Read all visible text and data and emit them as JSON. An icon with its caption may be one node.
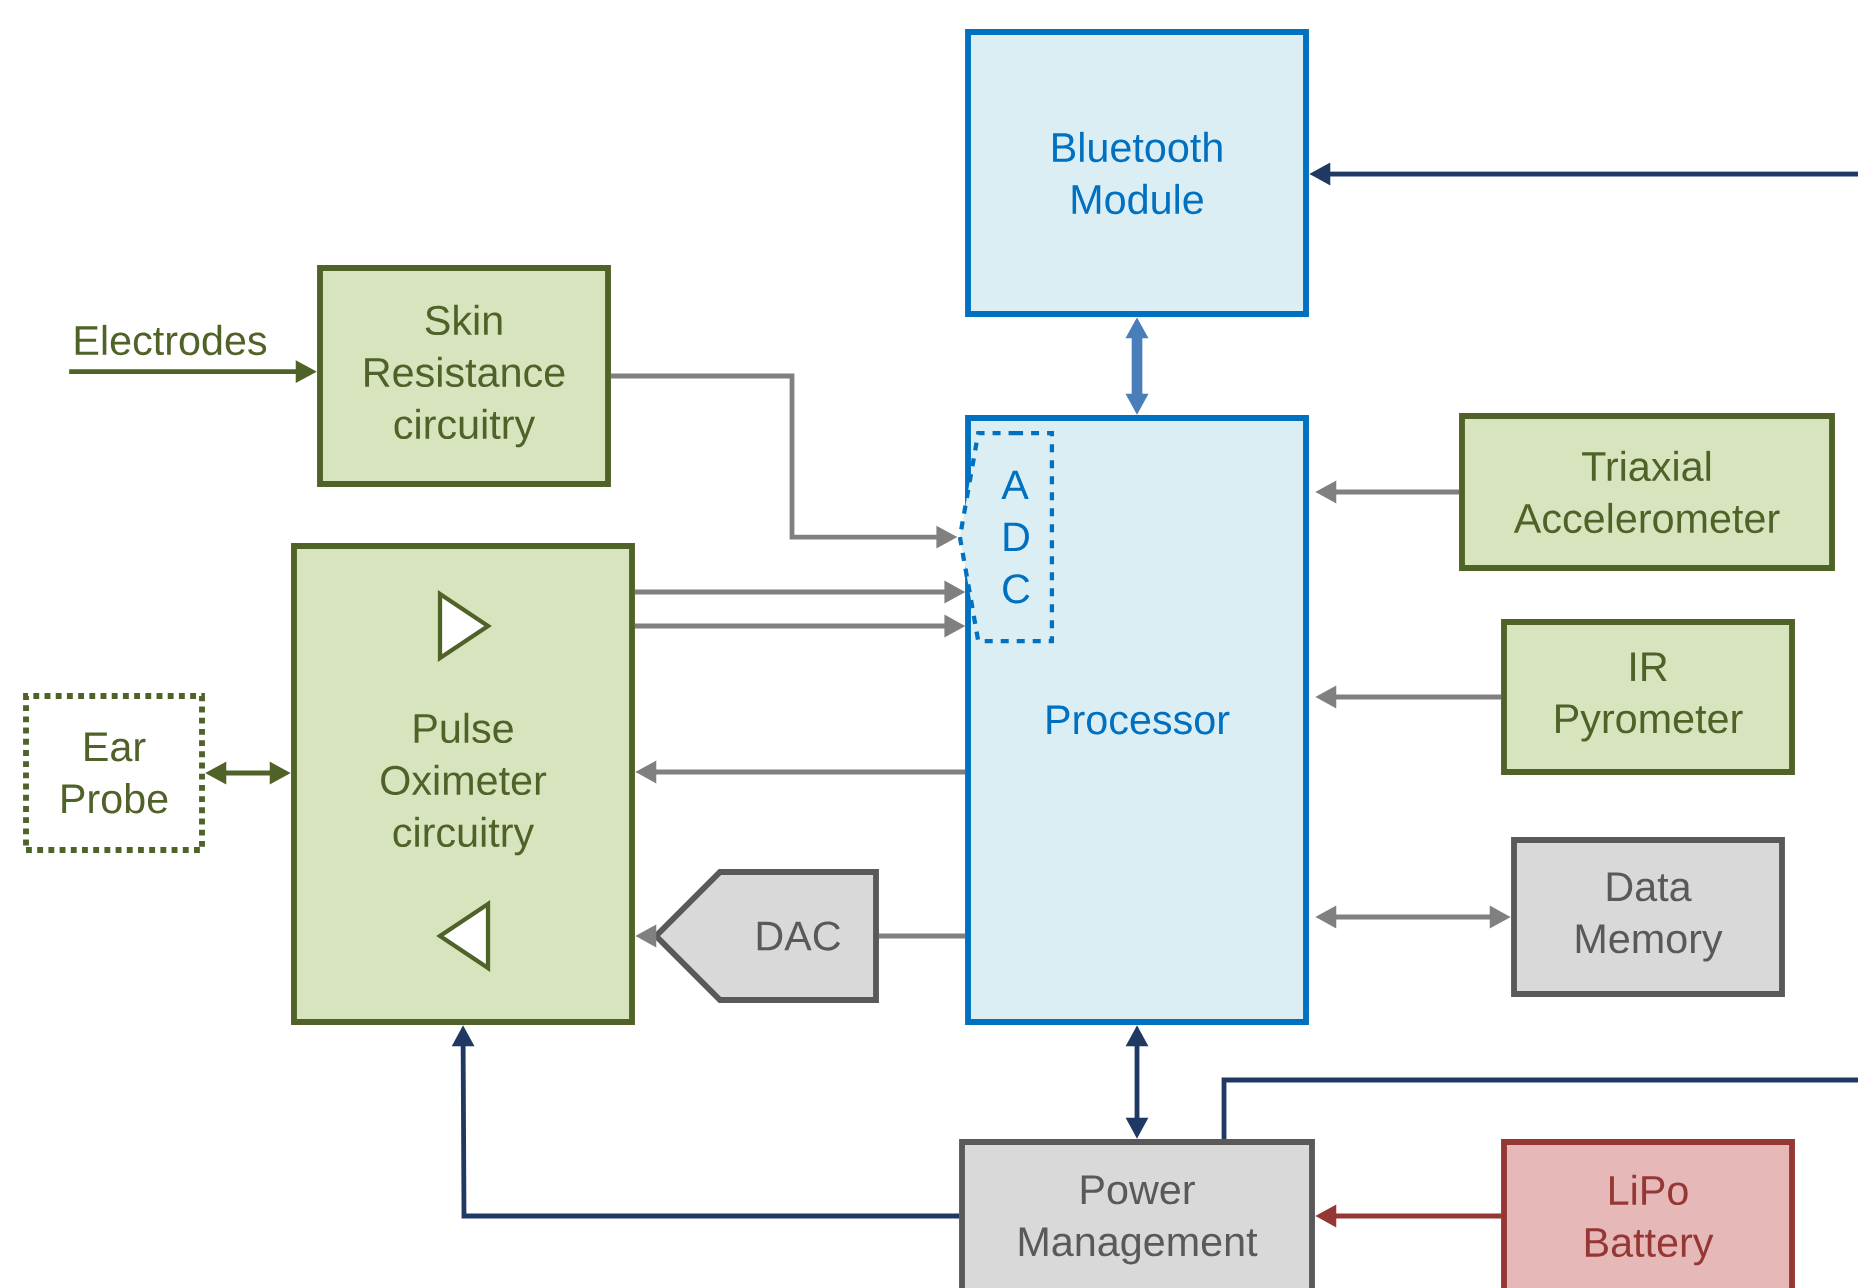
{
  "diagram": {
    "nodes": [
      {
        "text": [
          "Bluetooth Module"
        ]
      },
      {
        "text": [
          "Electrodes"
        ]
      },
      {
        "text": [
          "Skin Resistance circuitry"
        ]
      },
      {
        "text": [
          "Processor"
        ]
      },
      {
        "text": [
          "A D C"
        ],
        "in": 3
      },
      {
        "text": [
          "Triaxial Accelerometer"
        ]
      },
      {
        "text": [
          "Pulse Oximeter circuitry"
        ]
      },
      {
        "text": [
          "IR Pyrometer"
        ]
      },
      {
        "text": [
          "Ear Probe"
        ]
      },
      {
        "text": [
          "DAC"
        ]
      },
      {
        "text": [
          "Data Memory"
        ]
      },
      {
        "text": [
          "Power Management"
        ]
      },
      {
        "text": [
          "LiPo Battery"
        ]
      }
    ],
    "edges": [
      {
        "from": 11,
        "to": 0,
        "arrow": "to",
        "color": "#1f3864"
      },
      {
        "from": 1,
        "to": 2,
        "arrow": "to",
        "color": "#4f6228"
      },
      {
        "from": 2,
        "to": 4,
        "arrow": "to"
      },
      {
        "from": 6,
        "to": 4,
        "arrow": "to"
      },
      {
        "from": 6,
        "to": 4,
        "arrow": "to"
      },
      {
        "from": 3,
        "to": 6,
        "arrow": "to"
      },
      {
        "from": 3,
        "to": 9,
        "arrow": "none"
      },
      {
        "from": 9,
        "to": 6,
        "arrow": "to"
      },
      {
        "from": 8,
        "to": 6,
        "arrow": "both",
        "color": "#4f6228"
      },
      {
        "from": 0,
        "to": 3,
        "arrow": "both",
        "style": "thick",
        "color": "#4a7ebb"
      },
      {
        "from": 5,
        "to": 3,
        "arrow": "to"
      },
      {
        "from": 7,
        "to": 3,
        "arrow": "to"
      },
      {
        "from": 3,
        "to": 10,
        "arrow": "both"
      },
      {
        "from": 3,
        "to": 11,
        "arrow": "both",
        "color": "#1f3864"
      },
      {
        "from": 12,
        "to": 11,
        "arrow": "to",
        "color": "#953735"
      },
      {
        "from": 11,
        "to": 6,
        "arrow": "to",
        "color": "#1f3864"
      }
    ]
  }
}
